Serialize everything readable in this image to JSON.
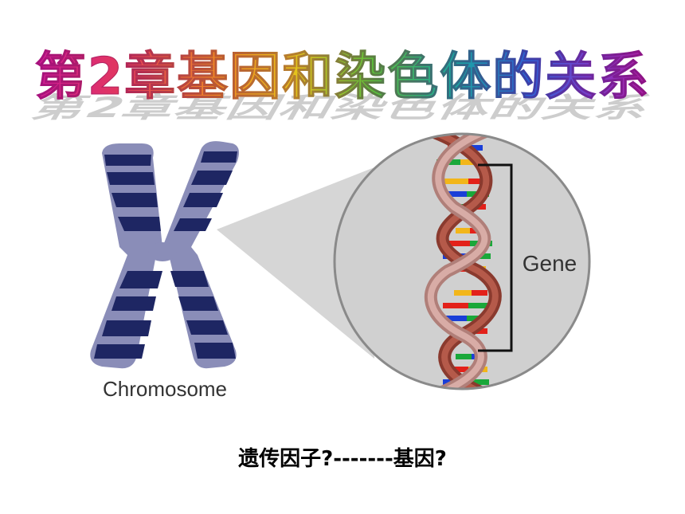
{
  "slide": {
    "title": "第2章基因和染色体的关系",
    "caption": "遗传因子?-------基因?"
  },
  "figure": {
    "chromosome_label": "Chromosome",
    "gene_label": "Gene"
  },
  "colors": {
    "chromosome_dark": "#1e2663",
    "chromosome_light": "#8a8db8",
    "magnifier_fill": "#cfcfcf",
    "magnifier_border": "#8a8a8a",
    "dna_backbone_dark": "#8a3a2e",
    "dna_backbone_light": "#c9908a",
    "base_red": "#e3211a",
    "base_blue": "#1a3fd8",
    "base_green": "#1aa83a",
    "base_yellow": "#f2b61a"
  }
}
